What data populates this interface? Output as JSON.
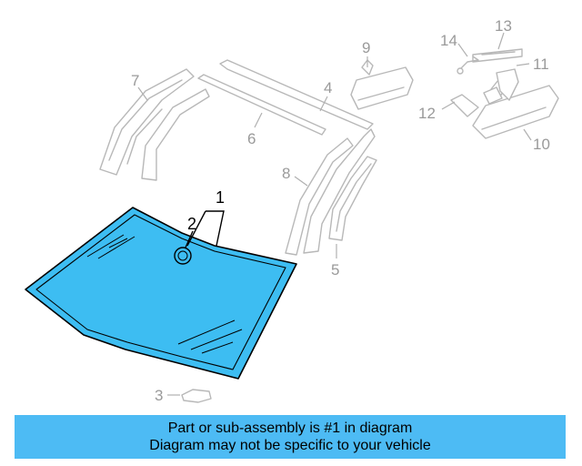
{
  "diagram": {
    "highlight_color": "#3dbdf2",
    "ghost_color": "#b8b8b8",
    "callouts": {
      "c1": "1",
      "c2": "2",
      "c3": "3",
      "c4": "4",
      "c5": "5",
      "c6": "6",
      "c7": "7",
      "c8": "8",
      "c9": "9",
      "c10": "10",
      "c11": "11",
      "c12": "12",
      "c13": "13",
      "c14": "14"
    }
  },
  "banner": {
    "line1": "Part or sub-assembly is #1 in diagram",
    "line2": "Diagram may not be specific to your vehicle",
    "color": "#4dbbf4"
  }
}
